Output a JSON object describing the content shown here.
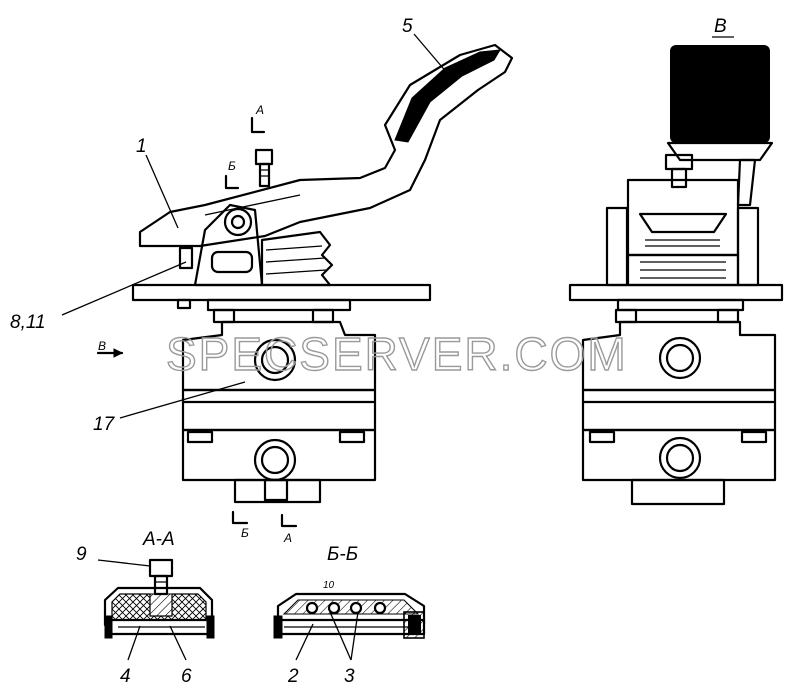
{
  "watermark": "SPECSERVER.COM",
  "view_label": "В",
  "section_labels": {
    "aa": "А-А",
    "bb": "Б-Б"
  },
  "cut_marks": {
    "a": "А",
    "b": "Б",
    "v": "В"
  },
  "callouts": {
    "c1": "1",
    "c2": "2",
    "c3": "3",
    "c4": "4",
    "c5": "5",
    "c6": "6",
    "c9": "9",
    "c10": "10",
    "c17": "17",
    "c811": "8,11"
  }
}
